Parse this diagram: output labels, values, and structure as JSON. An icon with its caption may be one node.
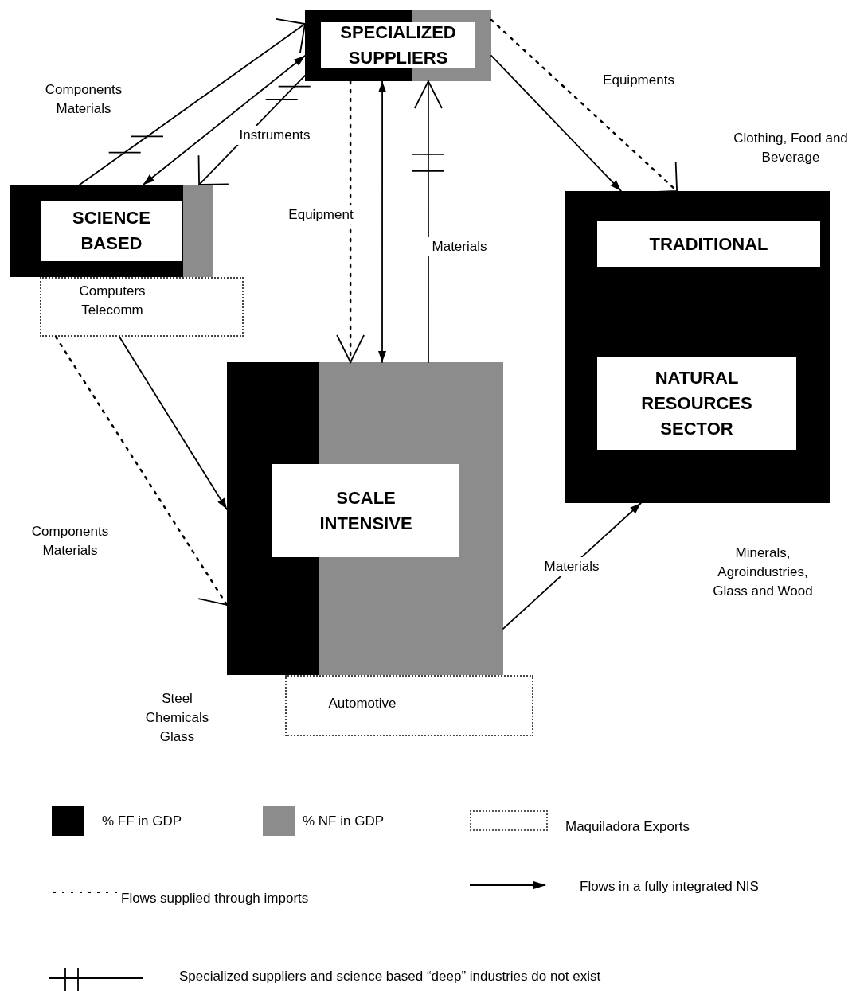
{
  "diagram": {
    "nodes": [
      {
        "text": [
          "SPECIALIZED SUPPLIERS"
        ]
      },
      {
        "text": [
          "SCIENCE BASED"
        ]
      },
      {
        "text": [
          "Computers Telecomm"
        ]
      },
      {
        "text": [],
        "shape": "box"
      },
      {
        "text": [
          "TRADITIONAL"
        ],
        "in": 3
      },
      {
        "text": [
          "NATURAL RESOURCES SECTOR"
        ],
        "in": 3
      },
      {
        "text": [
          "SCALE INTENSIVE"
        ],
        "beside": [
          "Steel Chemicals Glass"
        ]
      },
      {
        "text": [
          "Automotive"
        ]
      }
    ],
    "edges": [
      {
        "from": 1,
        "to": 0,
        "arrow": "to",
        "label": "Components Materials"
      },
      {
        "from": 0,
        "to": 1,
        "arrow": "both"
      },
      {
        "from": 0,
        "to": 1,
        "arrow": "to",
        "label": "Instruments"
      },
      {
        "from": 0,
        "to": 6,
        "arrow": "to",
        "label": "Equipment",
        "style": "dashed"
      },
      {
        "from": 0,
        "to": 6,
        "arrow": "both"
      },
      {
        "from": 6,
        "to": 0,
        "arrow": "to",
        "label": "Materials"
      },
      {
        "from": 0,
        "to": 3,
        "arrow": "to"
      },
      {
        "from": 0,
        "to": 3,
        "arrow": "to",
        "label": "Equipments",
        "style": "dashed"
      },
      {
        "from": 2,
        "to": 6,
        "arrow": "to",
        "label": "Components Materials",
        "style": "dashed"
      },
      {
        "from": 2,
        "to": 6,
        "arrow": "to"
      },
      {
        "from": 6,
        "to": 3,
        "arrow": "to",
        "label": "Materials"
      }
    ],
    "labels": [
      "Clothing, Food and Beverage",
      "Minerals, Agroindustries, Glass and Wood"
    ],
    "legend": [
      {
        "text": "% FF in GDP",
        "color": "#000000"
      },
      {
        "text": "% NF in GDP",
        "color": "#8c8c8c"
      },
      {
        "text": "Maquiladora Exports"
      },
      {
        "text": "Flows supplied through imports"
      },
      {
        "text": "Flows in a fully integrated NIS"
      },
      {
        "text": "Specialized suppliers and science based “deep” industries do not exist"
      }
    ]
  }
}
